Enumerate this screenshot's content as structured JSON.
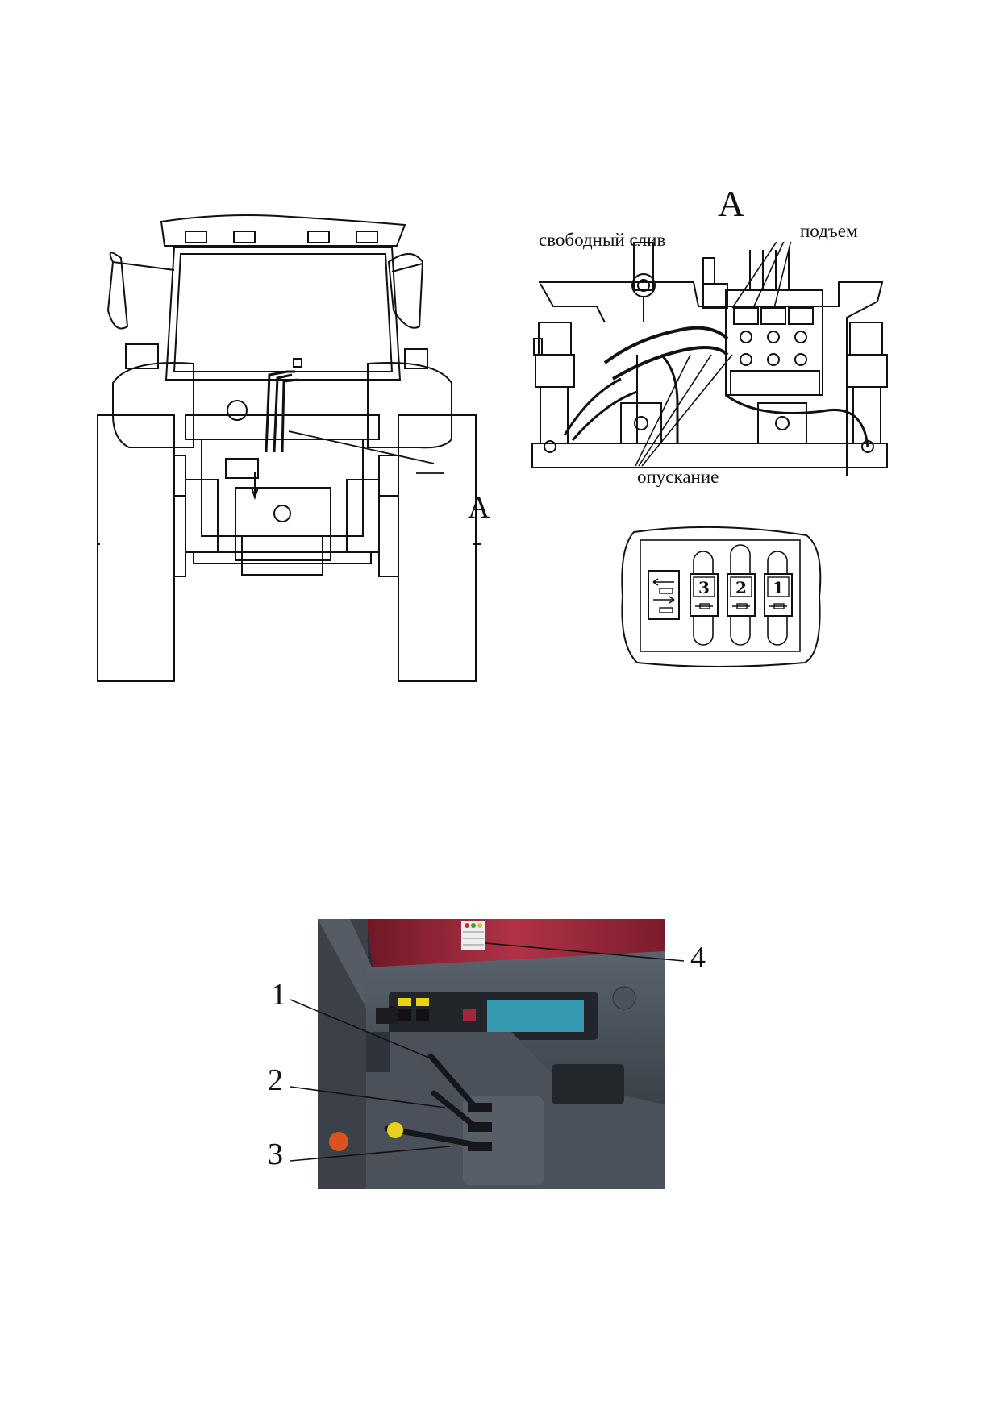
{
  "view_a": {
    "callout_letter": "А",
    "title_letter": "А",
    "label_free_drain": "свободный слив",
    "label_raise": "подъем",
    "label_lower": "опускание"
  },
  "decal": {
    "slot_numbers": [
      "3",
      "2",
      "1"
    ]
  },
  "photo": {
    "callouts": [
      "1",
      "2",
      "3",
      "4"
    ],
    "colors": {
      "body_red": "#a0283a",
      "panel_dark": "#2c3036",
      "dash_grey": "#4d5560",
      "knob_yellow": "#e8d21a",
      "knob_orange": "#d8541c",
      "screen_cyan": "#3ab0c8"
    }
  }
}
